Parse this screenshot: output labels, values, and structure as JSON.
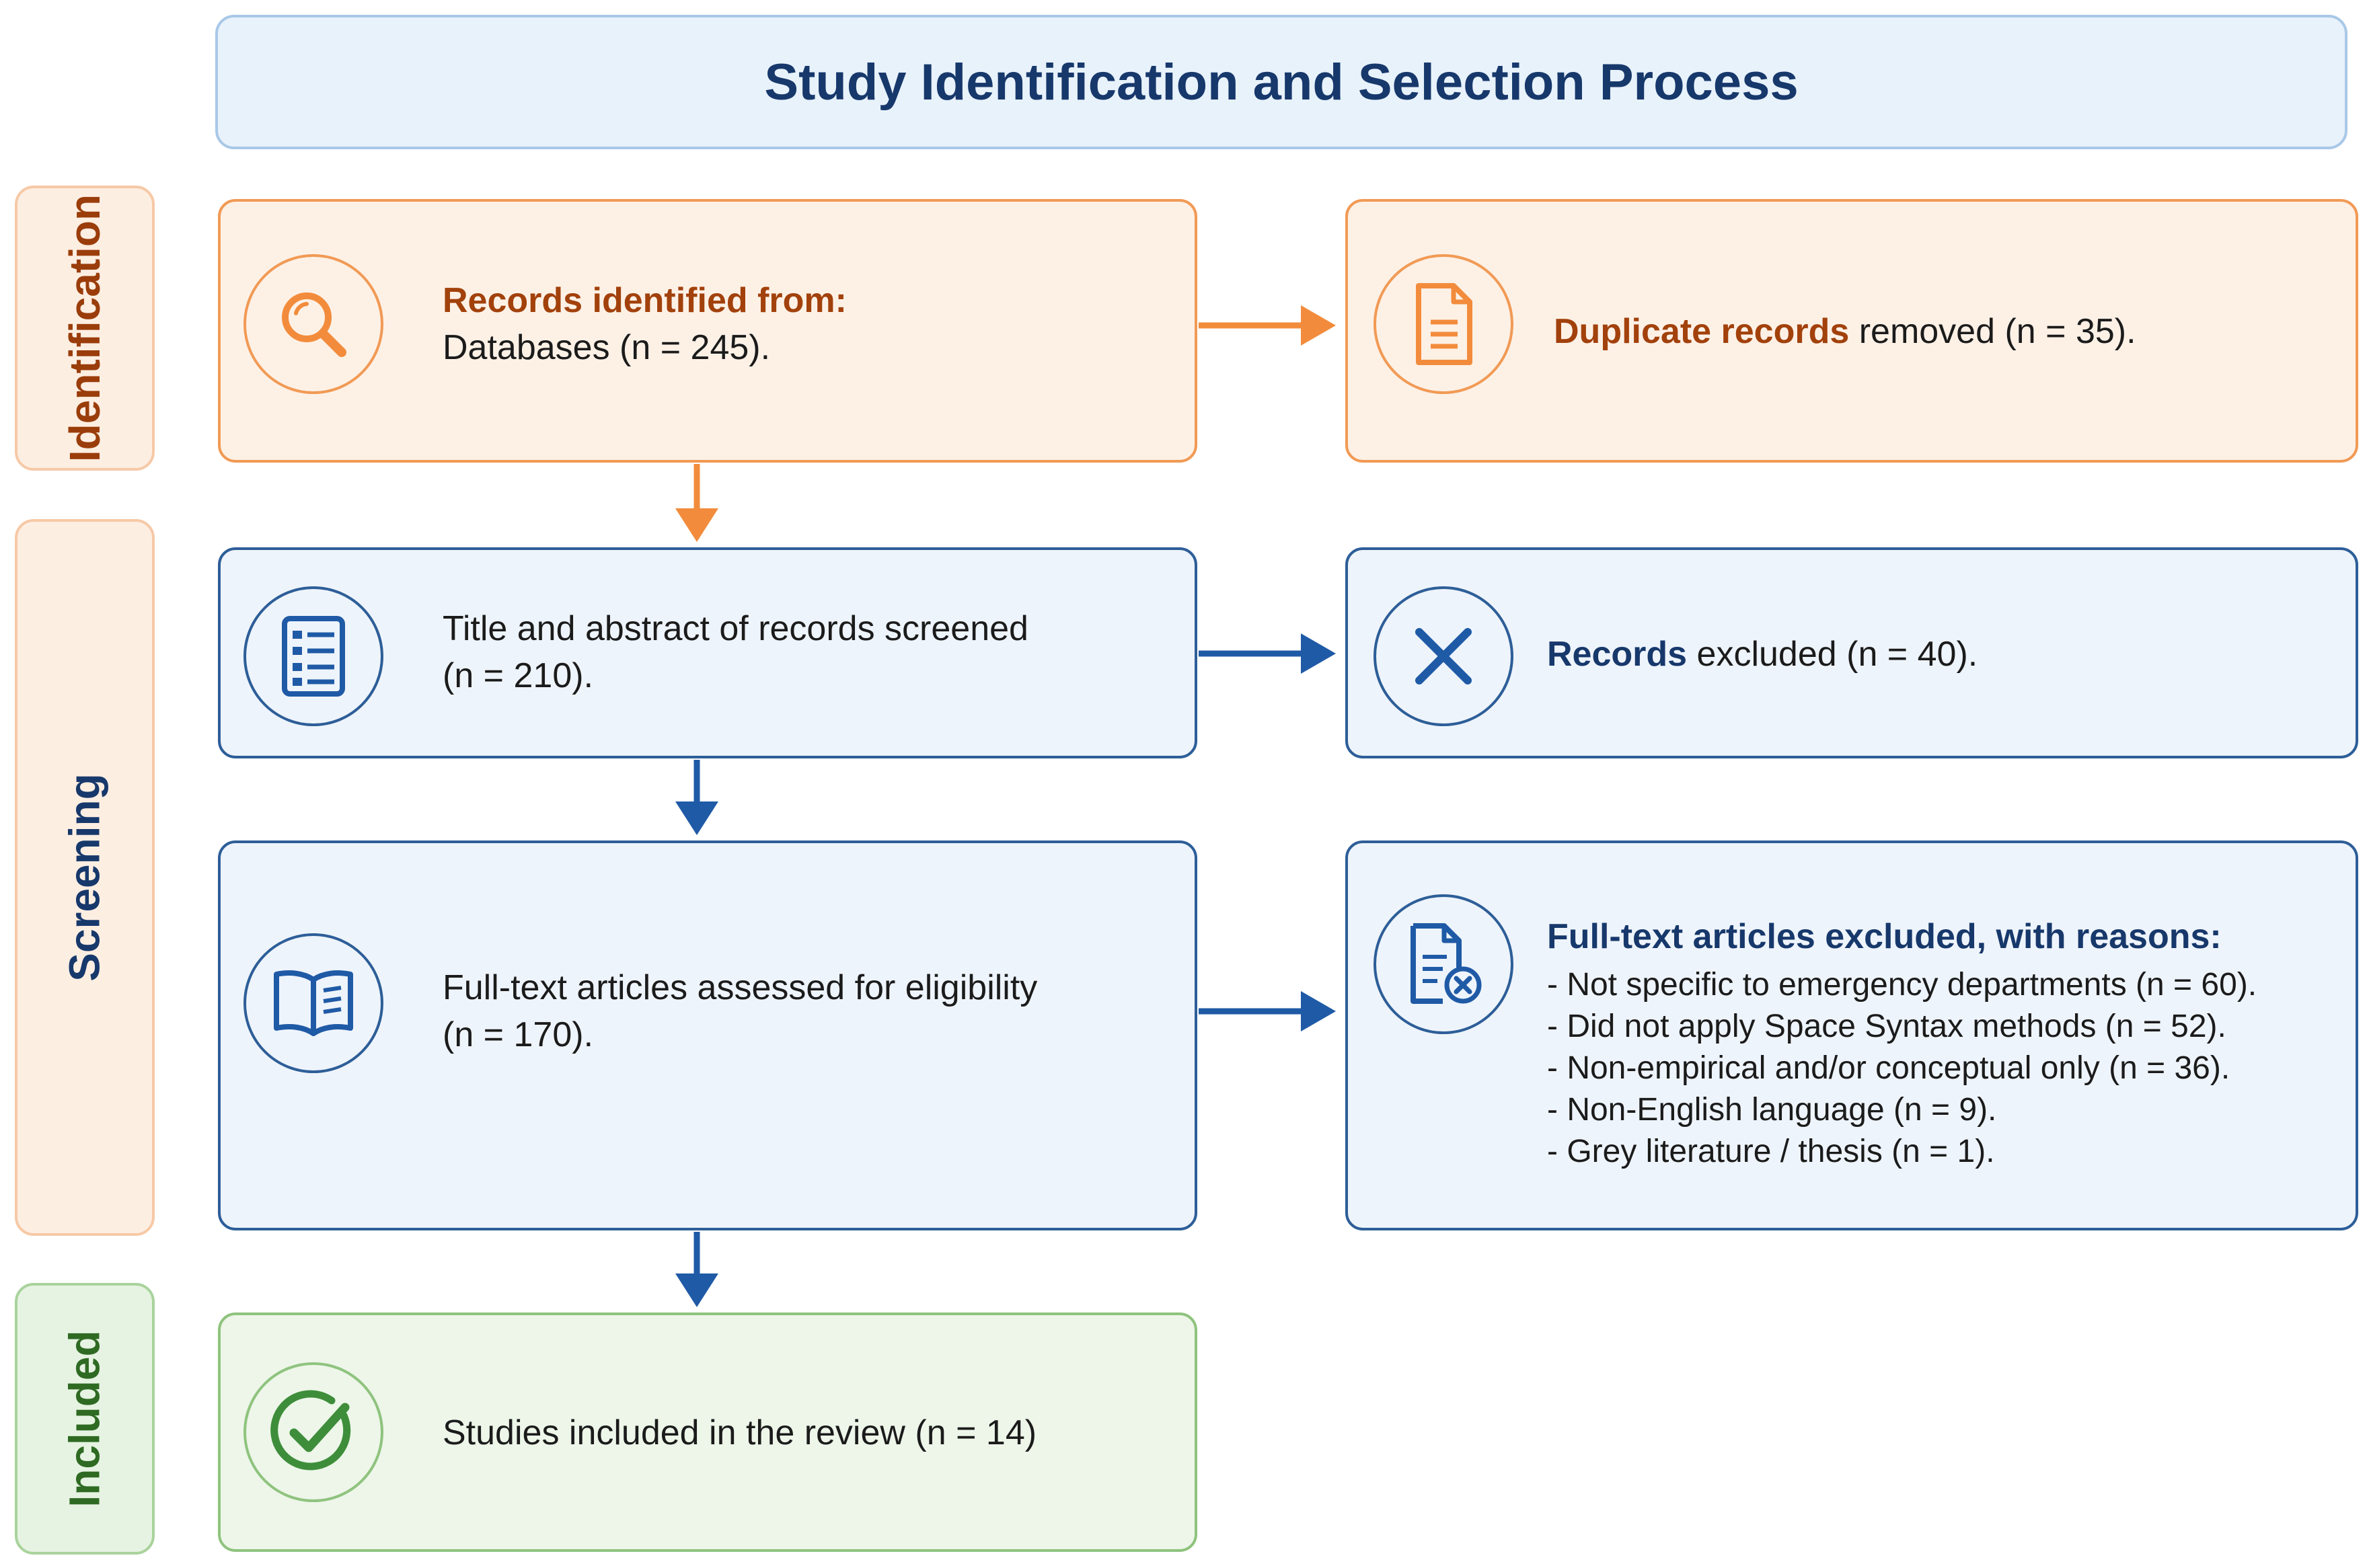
{
  "title": "Study Identification and Selection Process",
  "stages": {
    "identification": "Identification",
    "screening": "Screening",
    "included": "Included"
  },
  "boxes": {
    "records_identified": {
      "heading": "Records identified from:",
      "body": "Databases (n = 245)."
    },
    "duplicates": {
      "bold": "Duplicate records",
      "rest": " removed (n = 35)."
    },
    "screened": {
      "line1": "Title and abstract of records screened",
      "line2": "(n = 210)."
    },
    "excluded": {
      "bold": "Records",
      "rest": " excluded (n = 40)."
    },
    "assessed": {
      "line1": "Full-text articles assessed for eligibility",
      "line2": "(n = 170)."
    },
    "fulltext_excluded": {
      "heading": "Full-text articles excluded, with reasons:",
      "reasons": [
        "- Not specific to emergency departments (n = 60).",
        "- Did not apply Space Syntax methods (n = 52).",
        "- Non-empirical and/or conceptual only (n = 36).",
        "- Non-English language (n = 9).",
        "- Grey literature / thesis (n = 1)."
      ]
    },
    "included": {
      "body": "Studies included in the review (n = 14)"
    }
  },
  "icons": {
    "records_identified": "search-icon",
    "duplicates": "document-icon",
    "screened": "list-document-icon",
    "excluded": "x-icon",
    "assessed": "open-book-icon",
    "fulltext_excluded": "document-x-icon",
    "included": "check-circle-icon"
  },
  "colors": {
    "orange": "#f28c3c",
    "blue": "#1f5aa6",
    "green": "#3e8d3a",
    "navy": "#17386b"
  }
}
